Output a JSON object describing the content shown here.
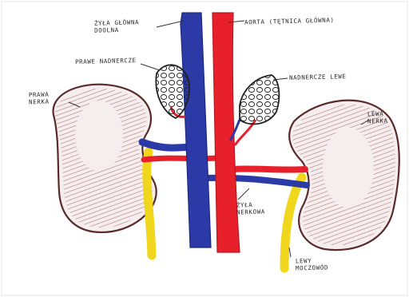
{
  "labels": {
    "vena_cava": [
      "ŻYŁA GŁÓWNA",
      "DOOLNA"
    ],
    "aorta": "AORTA (TĘTNICA GŁÓWNA)",
    "right_adrenal": "PRAWE NADNERCZE",
    "left_adrenal": "NADNERCZE LEWE",
    "right_kidney": [
      "PRAWA",
      "NERKA"
    ],
    "left_kidney": [
      "LEWA",
      "NERKA"
    ],
    "renal_vein": [
      "ŻYŁA",
      "NERKOWA"
    ],
    "left_ureter": [
      "LEWY",
      "MOCZOWÓD"
    ]
  },
  "colors": {
    "vein": "#2b3aa6",
    "artery": "#e8202c",
    "ureter": "#f0d61c",
    "kidney_fill": "#f6eeee",
    "kidney_outline": "#5a2a2a",
    "kidney_hatch": "#9a4a4a",
    "ink": "#222222",
    "paper_border": "#e6e6e6"
  }
}
